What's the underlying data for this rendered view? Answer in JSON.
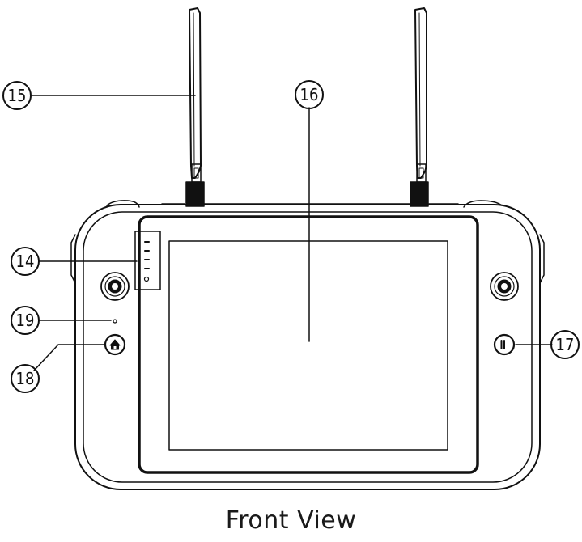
{
  "caption": "Front View",
  "callouts": [
    {
      "id": "c15",
      "label": "15"
    },
    {
      "id": "c16",
      "label": "16"
    },
    {
      "id": "c14",
      "label": "14"
    },
    {
      "id": "c19",
      "label": "19"
    },
    {
      "id": "c18",
      "label": "18"
    },
    {
      "id": "c17",
      "label": "17"
    }
  ],
  "icons": {
    "home": "home-icon",
    "pause": "pause-icon"
  }
}
